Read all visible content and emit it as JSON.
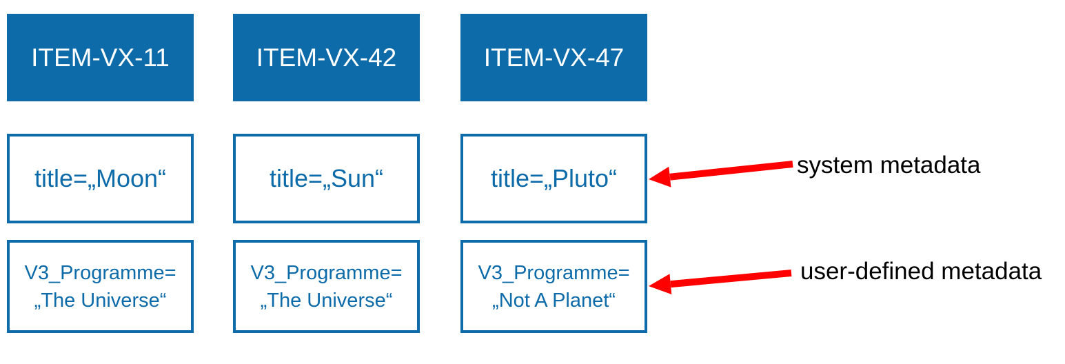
{
  "colors": {
    "box_blue": "#0D6BA9",
    "arrow_red": "#FF0000",
    "header_text": "#FFFFFF",
    "label_text": "#000000",
    "background": "#FFFFFF"
  },
  "icons": {
    "annotation_arrow": "red-left-arrow"
  },
  "columns": [
    {
      "header": "ITEM-VX-11",
      "system_metadata": "title=„Moon“",
      "user_metadata": {
        "line1": "V3_Programme=",
        "line2": "„The Universe“"
      }
    },
    {
      "header": "ITEM-VX-42",
      "system_metadata": "title=„Sun“",
      "user_metadata": {
        "line1": "V3_Programme=",
        "line2": "„The Universe“"
      }
    },
    {
      "header": "ITEM-VX-47",
      "system_metadata": "title=„Pluto“",
      "user_metadata": {
        "line1": "V3_Programme=",
        "line2": "„Not A Planet“"
      }
    }
  ],
  "annotations": [
    {
      "label": "system metadata"
    },
    {
      "label": "user-defined metadata"
    }
  ]
}
